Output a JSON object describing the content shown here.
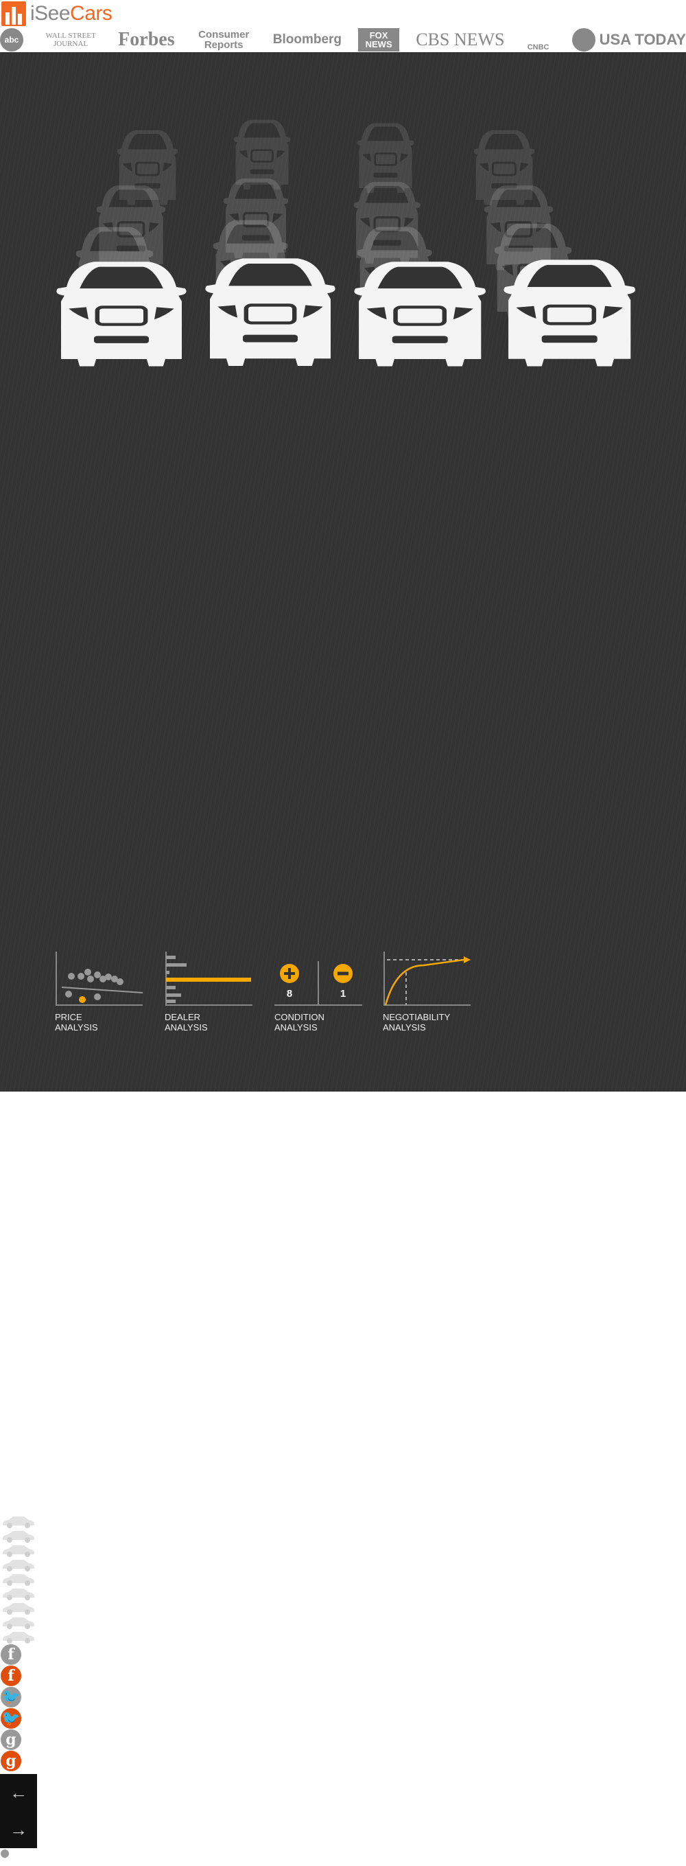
{
  "brand": {
    "name_part1": "iSee",
    "name_part2": "Cars",
    "accent": "#f26722"
  },
  "press": [
    "abc",
    "WALL STREET JOURNAL",
    "Forbes",
    "Consumer Reports",
    "Bloomberg",
    "FOX NEWS",
    "CBS NEWS",
    "CNBC",
    "USA TODAY"
  ],
  "analysis": [
    {
      "line1": "PRICE",
      "line2": "ANALYSIS"
    },
    {
      "line1": "DEALER",
      "line2": "ANALYSIS"
    },
    {
      "line1": "CONDITION",
      "line2": "ANALYSIS",
      "plus_count": "8",
      "minus_count": "1"
    },
    {
      "line1": "NEGOTIABILITY",
      "line2": "ANALYSIS"
    }
  ],
  "side_icons": [
    "sedan",
    "coupe",
    "minivan",
    "convertible",
    "roadster",
    "hatchback",
    "wagon",
    "sedan-long",
    "compact"
  ],
  "social": [
    {
      "icon": "facebook-icon",
      "glyph": "f",
      "color": "#999"
    },
    {
      "icon": "facebook-icon",
      "glyph": "f",
      "color": "#e04e0c"
    },
    {
      "icon": "twitter-icon",
      "glyph": "🐦",
      "color": "#999"
    },
    {
      "icon": "twitter-icon",
      "glyph": "🐦",
      "color": "#e04e0c"
    },
    {
      "icon": "google-icon",
      "glyph": "g",
      "color": "#999"
    },
    {
      "icon": "google-icon",
      "glyph": "g",
      "color": "#e04e0c"
    }
  ],
  "nav": {
    "prev": "←",
    "next": "→"
  },
  "colors": {
    "hero_bg": "#333333",
    "highlight": "#f5a800"
  }
}
